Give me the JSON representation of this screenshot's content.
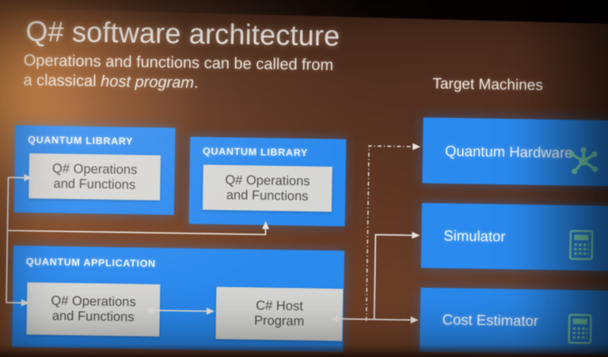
{
  "slide": {
    "title": "Q# software architecture",
    "subtitle_before": "Operations and functions can be called from a classical ",
    "subtitle_italic": "host program",
    "subtitle_after": ".",
    "target_machines_heading": "Target Machines"
  },
  "colors": {
    "box_blue": "#2a8aee",
    "inner_gray": "#d6d6d4",
    "icon_teal": "#7fe3c4",
    "text_light": "#f3ece6",
    "background_brown": "#5d3724"
  },
  "diagram": {
    "library_1": {
      "caption": "QUANTUM LIBRARY",
      "inner_line_1": "Q# Operations",
      "inner_line_2": "and Functions"
    },
    "library_2": {
      "caption": "QUANTUM LIBRARY",
      "inner_line_1": "Q# Operations",
      "inner_line_2": "and Functions"
    },
    "application": {
      "caption": "QUANTUM APPLICATION",
      "operations_line_1": "Q# Operations",
      "operations_line_2": "and Functions",
      "host_line_1": "C# Host",
      "host_line_2": "Program"
    }
  },
  "target_machines": [
    {
      "label": "Quantum Hardware",
      "icon": "node-graph-icon",
      "connector": "dashed"
    },
    {
      "label": "Simulator",
      "icon": "calculator-icon",
      "connector": "solid"
    },
    {
      "label": "Cost Estimator",
      "icon": "calculator-icon",
      "connector": "solid"
    }
  ]
}
